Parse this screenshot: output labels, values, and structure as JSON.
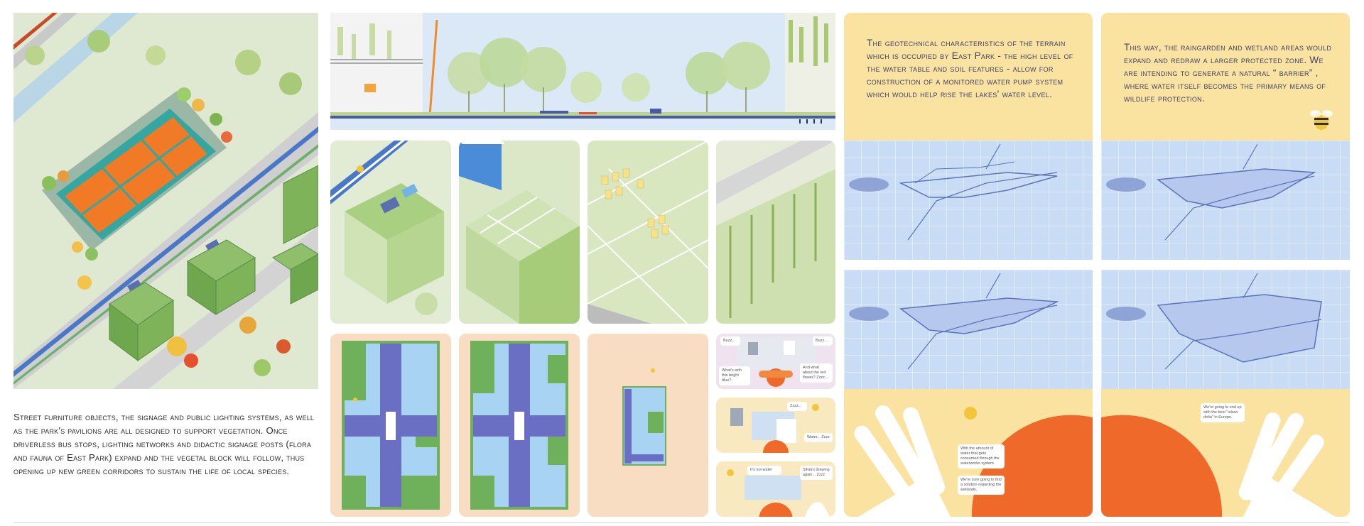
{
  "left": {
    "caption": "Street furniture objects, the signage and public lighting systems, as well as the park's pavilions are all designed to support vegetation. Once driverless bus stops, lighting networks and didactic signage posts (flora and fauna of East Park) expand and the vegetal block will follow, thus opening up new green corridors to sustain the life of local species."
  },
  "story": {
    "text_1": "The geotechnical characteristics of the terrain which is occupied by East Park - the high level of the water table and soil features - allow for construction of a monitored water pump system which would help rise the lakes' water level.",
    "text_2": "This way, the raingarden and wetland areas would expand and redraw a larger protected zone. We are intending to generate a natural “ barrier” , where water itself becomes the primary means of wildlife protection.",
    "bubbles": [
      "With the amount of water that gets consumed through the waterworks system.",
      "We're sure going to find a solution regarding the wetlands.",
      "We're going to end up with the best \"urban delta\" in Europe."
    ]
  },
  "comic": {
    "buzz_1": "Buzz...",
    "buzz_2": "Buzz...",
    "q1": "What's with this bright blue?",
    "q2": "And what about the red flower? Zzzz...",
    "zz": "Zzzz...",
    "water": "Water... Zzzz",
    "not_water": "It's not water",
    "drawing": "Silvia's drawing again... Zzzz"
  },
  "colors": {
    "court": "#f07a25",
    "sun": "#ef6a2a",
    "road": "#4a78c8",
    "plan_blue": "#a9d3f3",
    "plan_purple": "#6a6fc4",
    "plan_green": "#6fb05a"
  }
}
